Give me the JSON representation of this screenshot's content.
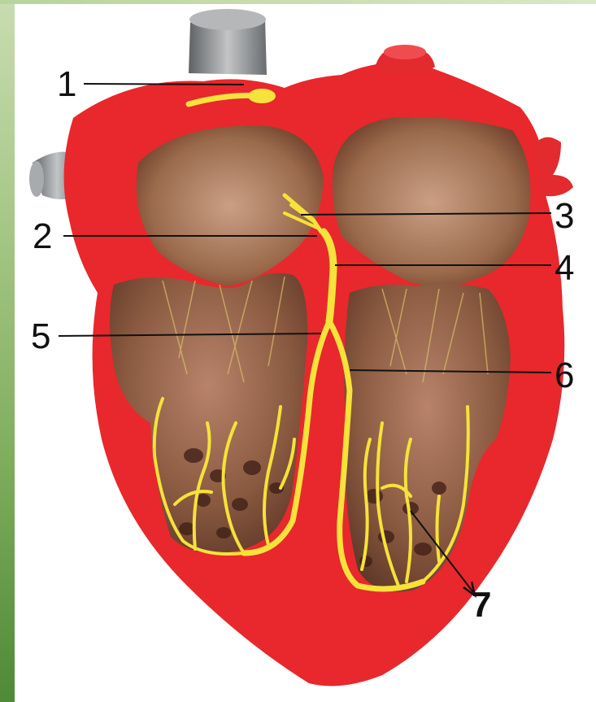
{
  "labels": [
    {
      "id": "label-1",
      "text": "1"
    },
    {
      "id": "label-2",
      "text": "2"
    },
    {
      "id": "label-3",
      "text": "3"
    },
    {
      "id": "label-4",
      "text": "4"
    },
    {
      "id": "label-5",
      "text": "5"
    },
    {
      "id": "label-6",
      "text": "6"
    },
    {
      "id": "label-7",
      "text": "7"
    }
  ],
  "colors": {
    "myocardium": "#e8282c",
    "myocardium_dark": "#b8161c",
    "chamber": "#8a5a3c",
    "chamber_light": "#c8987a",
    "conduction": "#f5e23a",
    "vessel": "#8f9294",
    "leader_line": "#111111",
    "frame_green": "#6ea04e"
  }
}
